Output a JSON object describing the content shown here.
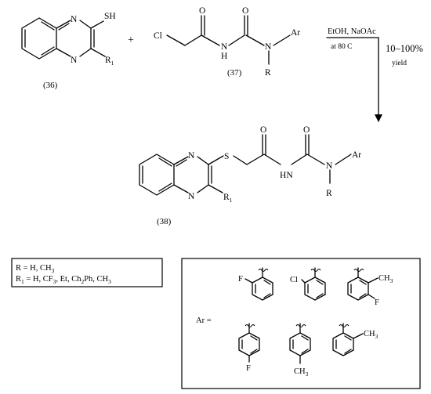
{
  "atoms": {
    "N": "N",
    "S": "S",
    "O": "O",
    "Cl": "Cl",
    "F": "F",
    "SH": "SH",
    "HN": "H",
    "HN2": "N",
    "R": "R",
    "R1_main": "R",
    "R1_sub": "1",
    "Ar": "Ar",
    "CH3_main": "CH",
    "CH3_sub": "3",
    "plus": "+"
  },
  "compounds": {
    "c36": "(36)",
    "c37": "(37)",
    "c38": "(38)"
  },
  "reaction": {
    "reagents": "EtOH, NaOAc",
    "temperature": "at 80 C",
    "yield_range": "10–100%",
    "yield_word": "yield"
  },
  "substituents": {
    "r_line": "R =  H, CH",
    "r_line_sub": "3",
    "r1_prefix": "R",
    "r1_prefix_sub": "1",
    "r1_a": " = H, CF",
    "r1_a_sub": "3",
    "r1_b": ", Et, Ch",
    "r1_b_sub": "2",
    "r1_c": "Ph, CH",
    "r1_c_sub": "3"
  },
  "ar_legend": {
    "label": "Ar ="
  }
}
